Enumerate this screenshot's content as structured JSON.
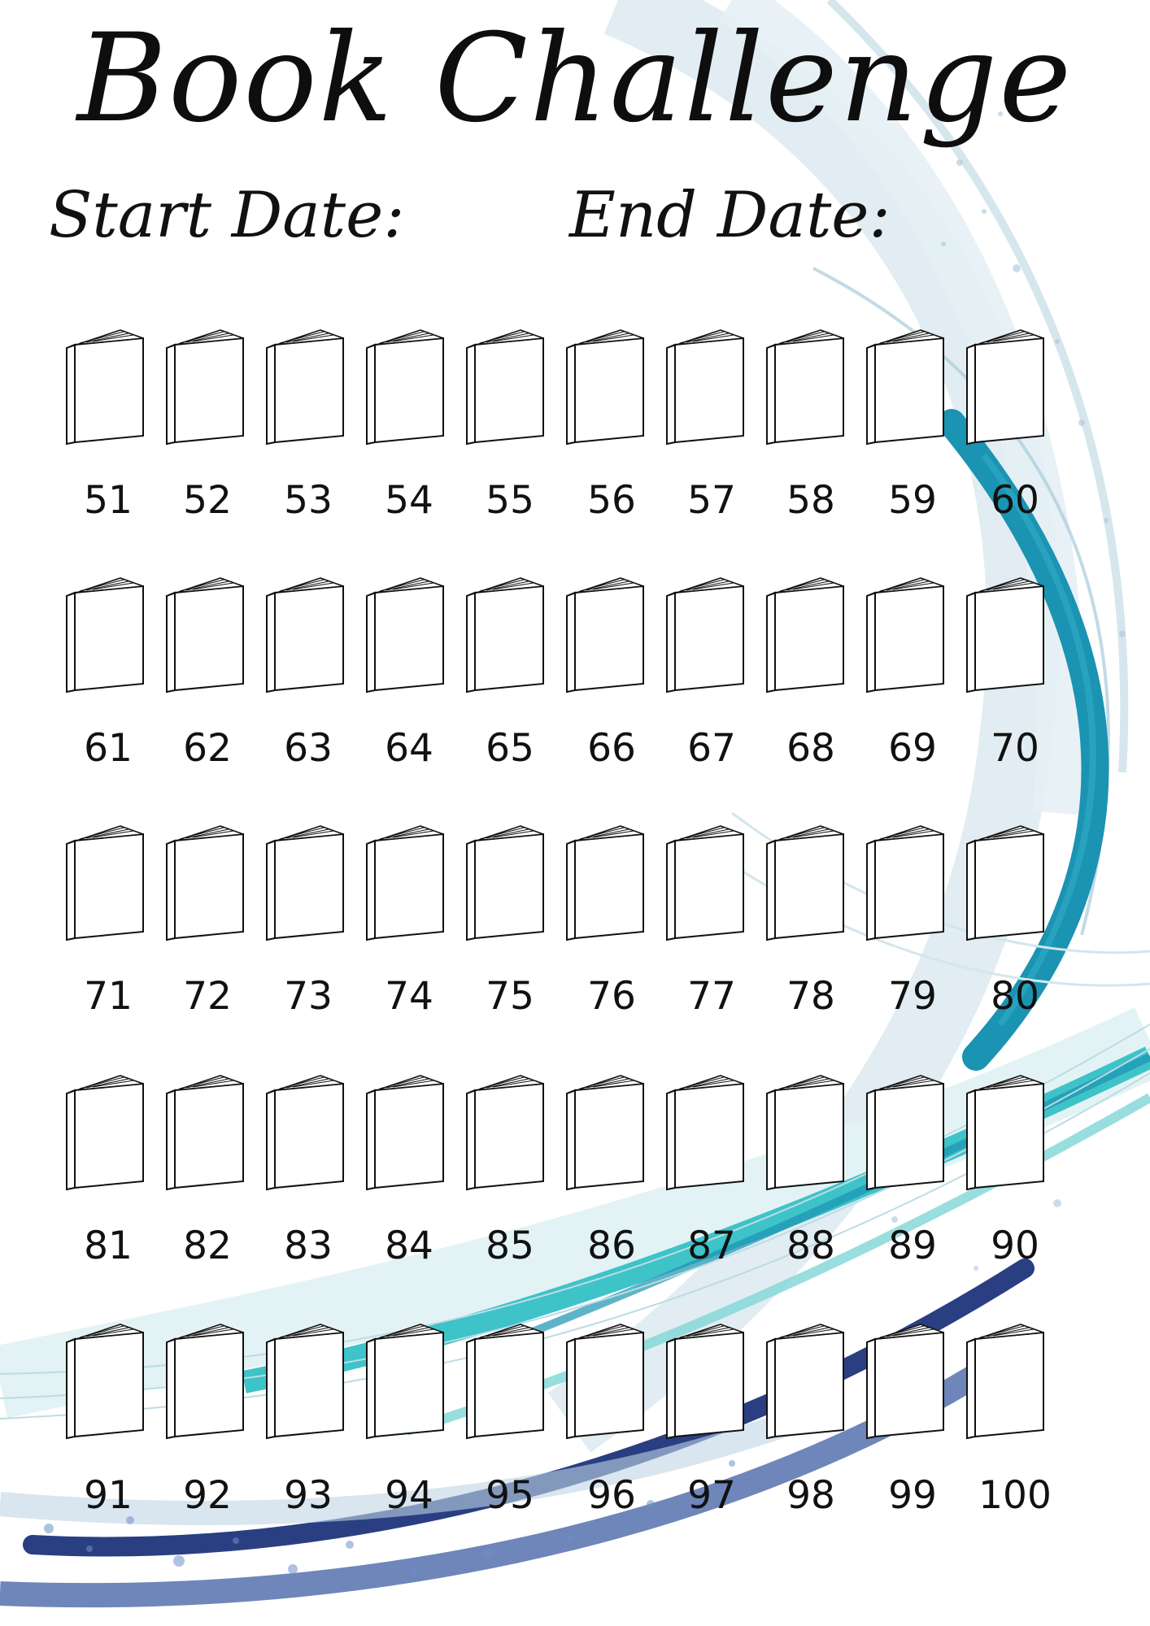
{
  "title": "Book Challenge",
  "start_date_label": "Start Date:",
  "end_date_label": "End Date:",
  "colors": {
    "teal": "#1b93b2",
    "aqua": "#3ec3c9",
    "navy": "#2a3f82",
    "pale_blue": "#c9dfe9",
    "ink": "#111111"
  },
  "book_icon": "book-icon",
  "rows": [
    [
      "51",
      "52",
      "53",
      "54",
      "55",
      "56",
      "57",
      "58",
      "59",
      "60"
    ],
    [
      "61",
      "62",
      "63",
      "64",
      "65",
      "66",
      "67",
      "68",
      "69",
      "70"
    ],
    [
      "71",
      "72",
      "73",
      "74",
      "75",
      "76",
      "77",
      "78",
      "79",
      "80"
    ],
    [
      "81",
      "82",
      "83",
      "84",
      "85",
      "86",
      "87",
      "88",
      "89",
      "90"
    ],
    [
      "91",
      "92",
      "93",
      "94",
      "95",
      "96",
      "97",
      "98",
      "99",
      "100"
    ]
  ]
}
